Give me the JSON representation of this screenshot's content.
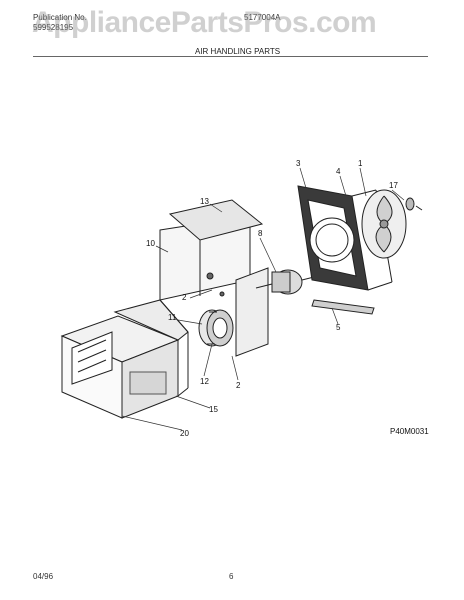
{
  "header": {
    "publication_label": "Publication No.",
    "publication_number": "599528195",
    "model": "5177004A",
    "section_title": "AIR HANDLING PARTS"
  },
  "watermark": "AppliancePartsPros.com",
  "diagram": {
    "callouts": [
      "1",
      "3",
      "4",
      "17",
      "13",
      "8",
      "10",
      "2",
      "5",
      "11",
      "12",
      "2",
      "15",
      "20"
    ],
    "drawing_code": "P40M0031"
  },
  "footer": {
    "date": "04/96",
    "page": "6"
  }
}
